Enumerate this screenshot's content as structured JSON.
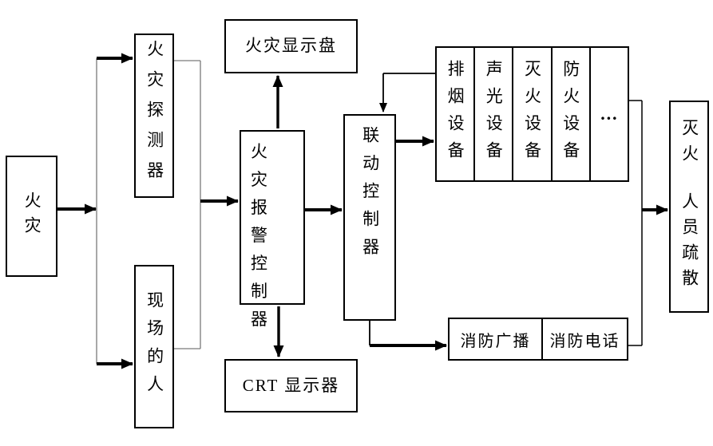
{
  "nodes": {
    "fire": {
      "label": "火灾"
    },
    "detector": {
      "label": "火灾探测器"
    },
    "site_person": {
      "label": "现场的人"
    },
    "display_panel": {
      "label": "火灾显示盘"
    },
    "alarm_controller": {
      "label": "火灾报警控制器"
    },
    "crt_display": {
      "label": "CRT 显示器"
    },
    "linkage_controller": {
      "label": "联动控制器"
    },
    "equipment": {
      "items": [
        {
          "label": "排烟设备"
        },
        {
          "label": "声光设备"
        },
        {
          "label": "灭火设备"
        },
        {
          "label": "防火设备"
        },
        {
          "label": "…"
        }
      ]
    },
    "fire_broadcast": {
      "label": "消防广播"
    },
    "fire_phone": {
      "label": "消防电话"
    },
    "outcome": {
      "label_top": "灭火",
      "label_bottom": "人员疏散"
    }
  },
  "colors": {
    "stroke": "#000000",
    "thin_stroke": "#7a7a7a",
    "background": "#ffffff",
    "text": "#000000"
  }
}
